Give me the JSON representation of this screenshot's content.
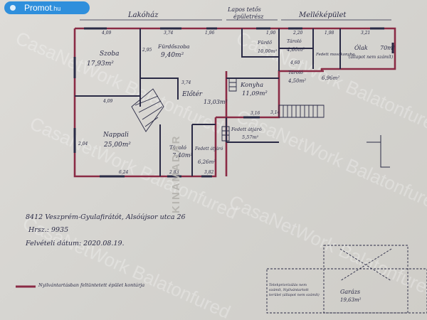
{
  "site_badge": {
    "brand": "Promot",
    "tld": ".hu"
  },
  "watermark": "CasaNetWork Balatonfured",
  "vertical_stamp": "KINAMADAR",
  "street_labels": {
    "top_left": "Lakóház",
    "top_middle_1": "Lapos tetős",
    "top_middle_2": "épületrész",
    "top_right": "Melléképület"
  },
  "rooms": [
    {
      "name": "Szoba",
      "area": "17,93m²"
    },
    {
      "name": "Fürdőszoba",
      "area": "9,40m²"
    },
    {
      "name": "Előtér",
      "area": "13,03m²"
    },
    {
      "name": "Nappali",
      "area": "25,00m²"
    },
    {
      "name": "Tároló",
      "area": "7,40m²"
    },
    {
      "name": "Fedett átjáró",
      "area": "6,26m²"
    },
    {
      "name": "Konyha",
      "area": "11,09m²"
    },
    {
      "name": "Fedett átjáró",
      "area": "5,57m²"
    },
    {
      "name": "Tároló",
      "area": "4,60m²"
    },
    {
      "name": "Tároló",
      "area": "4,50m²"
    },
    {
      "name": "Fürdő",
      "area": "10,00m²"
    },
    {
      "name": "Fedett mosókonyha",
      "area": "6,96m²"
    },
    {
      "name": "Ólak",
      "area": "70m²",
      "note": "(állapot nem számít)"
    }
  ],
  "dimensions": [
    "4,09",
    "3,74",
    "1,96",
    "1,90",
    "2,20",
    "1,98",
    "3,21",
    "2,95",
    "4,09",
    "3,74",
    "2,04",
    "6,24",
    "2,83",
    "3,82",
    "3,16",
    "4,60",
    "3,14"
  ],
  "address": {
    "line1": "8412 Veszprém-Gyulafirátót, Alsóújsor utca 26",
    "line2": "Hrsz.: 9935",
    "line3": "Felvételi dátum: 2020.08.19."
  },
  "legend": "Nyilvántartásban feltüntetett épület kontúrja",
  "garage": {
    "name": "Garázs",
    "area": "19,63m²",
    "side_note": "Telekpriorizálás nem számít, Nyilvántartott terület (állapot nem számít)"
  },
  "colors": {
    "ink": "#2a2a45",
    "wall": "#8a2b45",
    "paper": "#d8d7d3",
    "badge": "#2f8fdc"
  }
}
